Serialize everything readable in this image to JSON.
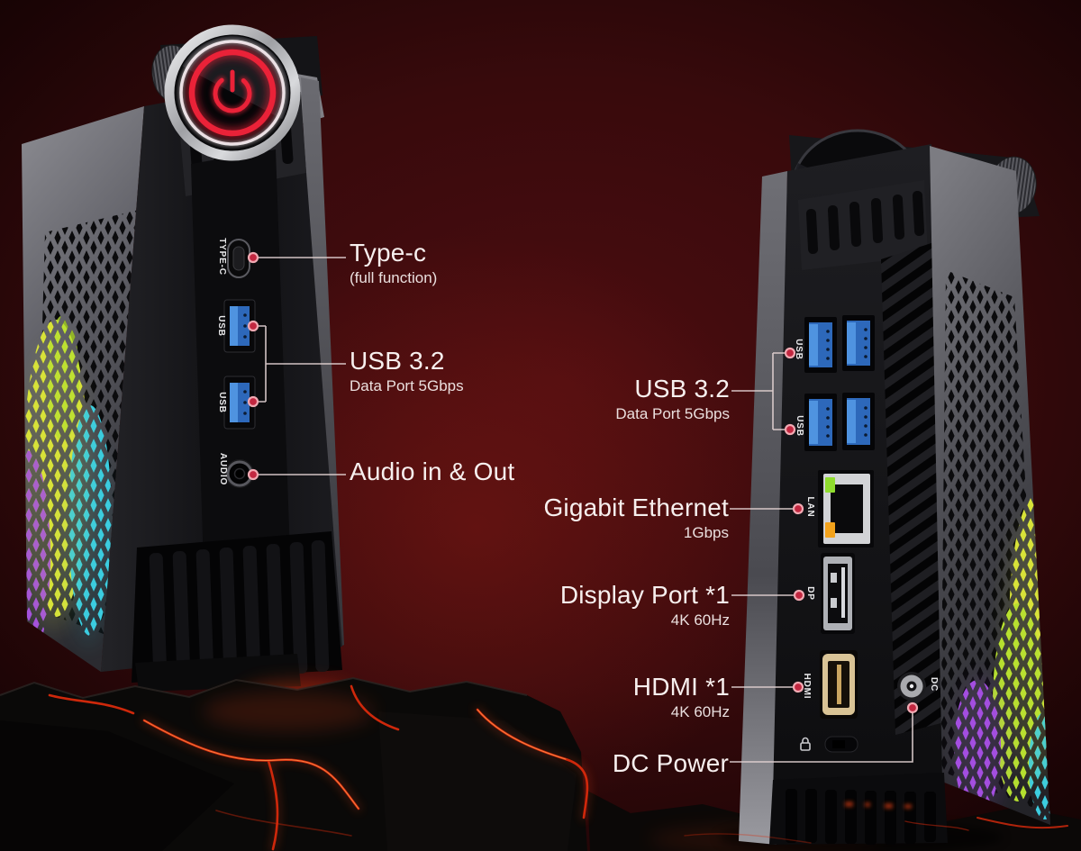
{
  "colors": {
    "accent": "#ea2238",
    "dot": "#c22740",
    "dot-ring": "#f0a9b2",
    "line": "#e3d2d2",
    "text": "#f7efee",
    "usb-blue": "#2d68ba",
    "usb-blue-light": "#4f93e0",
    "hdmi-gold": "#d9c395",
    "dp-silver": "#aeb0b5",
    "led-green": "#8fdc2e",
    "led-orange": "#f2a21c",
    "rgb-yellow": "#d8e23a",
    "rgb-cyan": "#3ccde0",
    "rgb-purple": "#a44fe0",
    "rgb-green": "#b5e030",
    "lava": "#ff4a18",
    "panel-label": "#e8e8ea"
  },
  "annotations": {
    "typec": {
      "title": "Type-c",
      "subtitle": "(full function)"
    },
    "usb_front": {
      "title": "USB 3.2",
      "subtitle": "Data Port 5Gbps"
    },
    "audio": {
      "title": "Audio in & Out"
    },
    "usb_rear": {
      "title": "USB 3.2",
      "subtitle": "Data Port 5Gbps"
    },
    "ethernet": {
      "title": "Gigabit Ethernet",
      "subtitle": "1Gbps"
    },
    "display_port": {
      "title": "Display Port *1",
      "subtitle": "4K 60Hz"
    },
    "hdmi": {
      "title": "HDMI *1",
      "subtitle": "4K 60Hz"
    },
    "dc_power": {
      "title": "DC Power"
    }
  },
  "front_panel_labels": {
    "typec": "TYPE-C",
    "usb_top": "USB",
    "usb_bottom": "USB",
    "audio": "AUDIO"
  },
  "rear_panel_labels": {
    "usb_top": "USB",
    "usb_bottom": "USB",
    "lan": "LAN",
    "dp": "DP",
    "hdmi": "HDMI",
    "dc": "DC"
  }
}
